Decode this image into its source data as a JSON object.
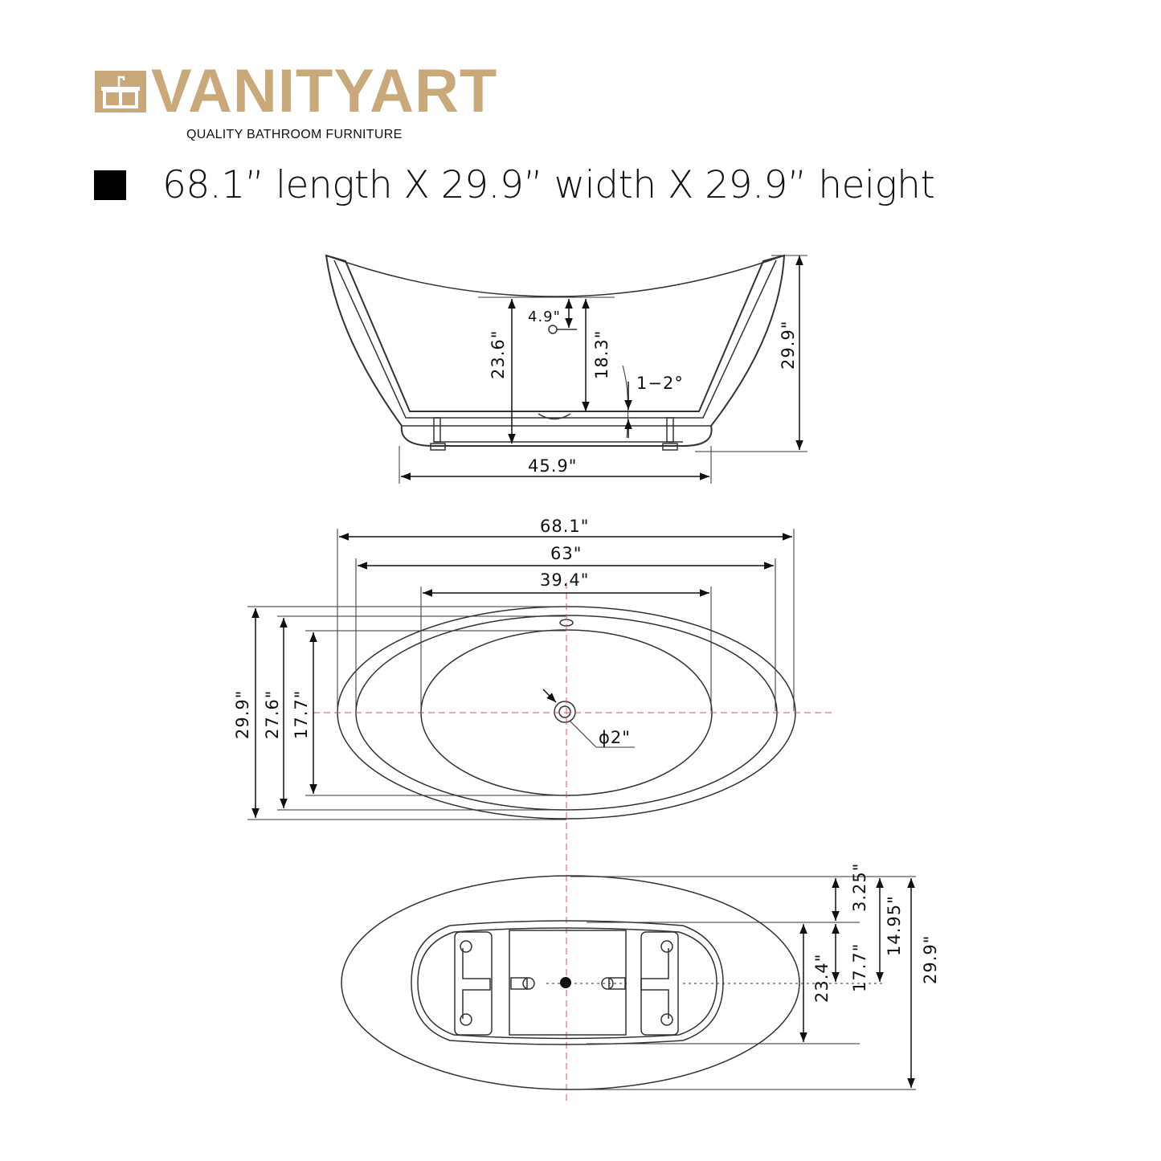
{
  "brand": {
    "name": "VANITYART",
    "tagline": "QUALITY BATHROOM FURNITURE",
    "color": "#c9a97a"
  },
  "headline": "68.1” length X 29.9” width X 29.9” height",
  "side_view": {
    "overflow_depth": "4.9\"",
    "interior_depth": "23.6\"",
    "overflow_height": "18.3\"",
    "slope": "1−2°",
    "total_height": "29.9\"",
    "base_length": "45.9\""
  },
  "top_view": {
    "overall_length": "68.1\"",
    "rim_length": "63\"",
    "bottom_length": "39.4\"",
    "overall_width": "29.9\"",
    "rim_width": "27.6\"",
    "bottom_width": "17.7\"",
    "drain_diameter": "ϕ2\"",
    "centerline_color": "#d9534f"
  },
  "bottom_view": {
    "offset": "3.25\"",
    "half_width": "14.95\"",
    "total_width": "29.9\"",
    "base_width": "23.4\"",
    "base_half": "17.7\""
  }
}
